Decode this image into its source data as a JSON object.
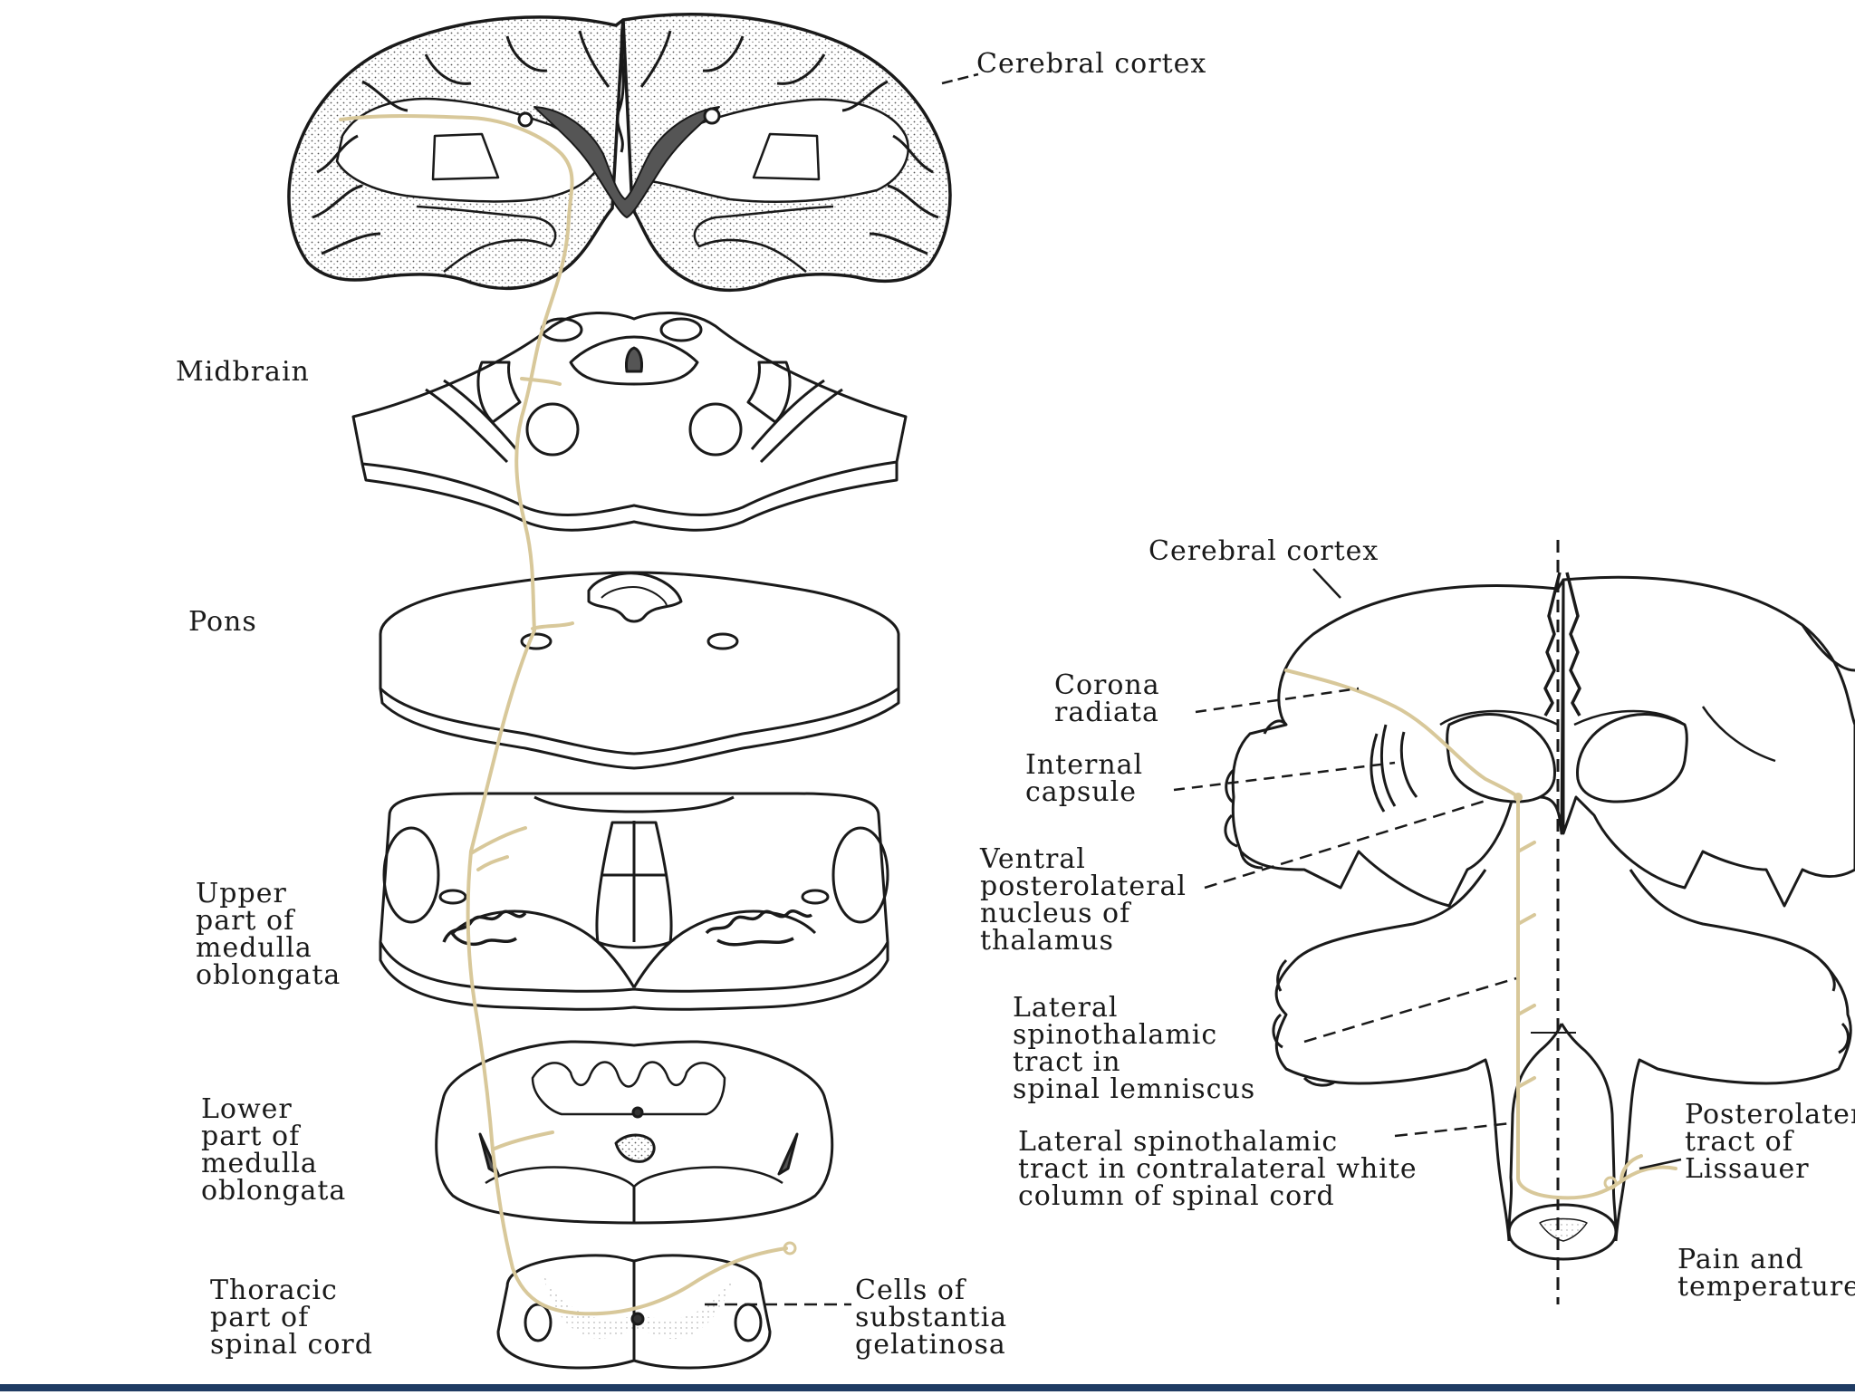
{
  "labels": {
    "cerebral_cortex_top": "Cerebral cortex",
    "midbrain": "Midbrain",
    "pons": "Pons",
    "upper_medulla": [
      "Upper",
      "part of",
      "medulla",
      "oblongata"
    ],
    "lower_medulla": [
      "Lower",
      "part of",
      "medulla",
      "oblongata"
    ],
    "thoracic_cord": [
      "Thoracic",
      "part of",
      "spinal cord"
    ],
    "substantia_gelatinosa": [
      "Cells of",
      "substantia",
      "gelatinosa"
    ],
    "cerebral_cortex_right": "Cerebral cortex",
    "corona_radiata": [
      "Corona",
      "radiata"
    ],
    "internal_capsule": [
      "Internal",
      "capsule"
    ],
    "vpl_nucleus": [
      "Ventral",
      "posterolateral",
      "nucleus of",
      "thalamus"
    ],
    "lateral_spinothalamic_lemniscus": [
      "Lateral",
      "spinothalamic",
      "tract in",
      "spinal lemniscus"
    ],
    "lateral_spinothalamic_white_column": [
      "Lateral spinothalamic",
      "tract in contralateral white",
      "column of spinal cord"
    ],
    "posterolateral_tract": [
      "Posterolateral",
      "tract of",
      "Lissauer"
    ],
    "pain_temperature": [
      "Pain and",
      "temperature"
    ]
  },
  "colors": {
    "line": "#1a1a1a",
    "pathway": "#d8c89a",
    "stipple": "#5a5a5a",
    "bottom_bar": "#1f3b63"
  }
}
